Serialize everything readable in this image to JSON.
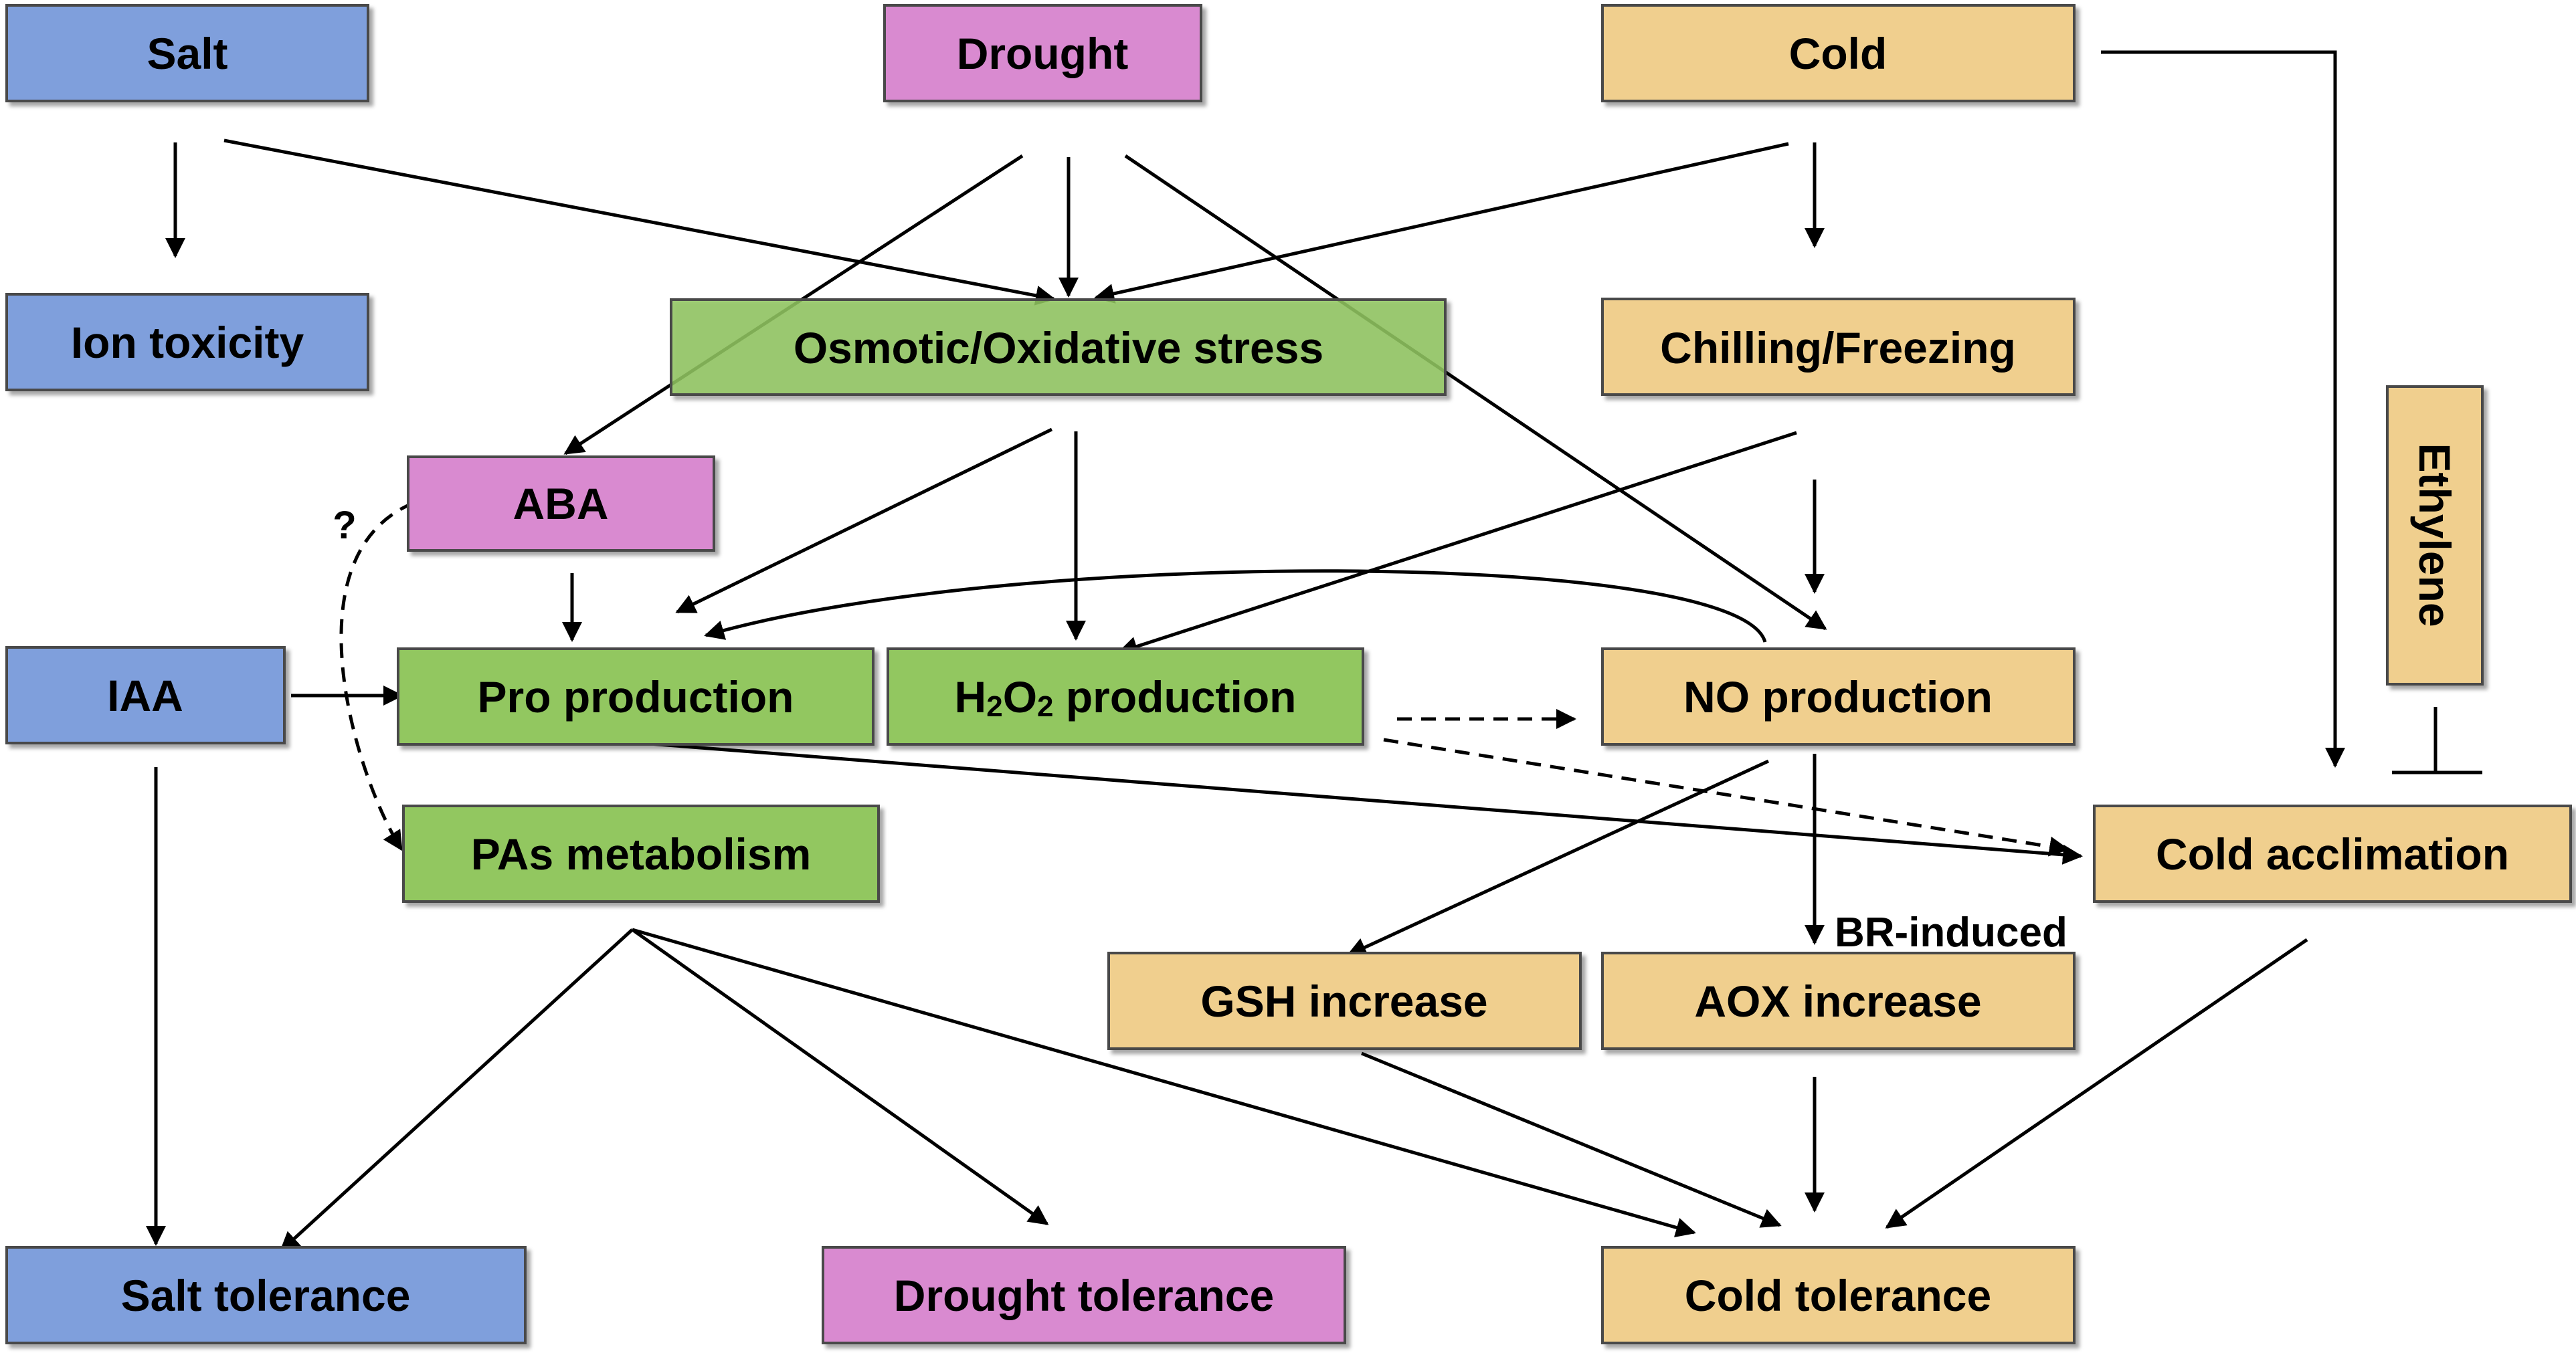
{
  "colors": {
    "salt": "#7f9fdc",
    "drought": "#d98ad0",
    "cold": "#f0cf8e",
    "shared": "#92c760",
    "border": "#4a4a4a",
    "line": "#000000"
  },
  "nodes": {
    "salt": "Salt",
    "drought": "Drought",
    "cold": "Cold",
    "ion_toxicity": "Ion toxicity",
    "osmotic_oxidative_stress": "Osmotic/Oxidative stress",
    "chilling_freezing": "Chilling/Freezing",
    "ethylene": "Ethylene",
    "aba": "ABA",
    "iaa": "IAA",
    "pro_production": "Pro production",
    "h2o2_production": {
      "prefix": "H",
      "sub1": "2",
      "mid": "O",
      "sub2": "2",
      "suffix": " production"
    },
    "no_production": "NO production",
    "cold_acclimation": "Cold acclimation",
    "pas_metabolism": "PAs metabolism",
    "gsh_increase": "GSH increase",
    "aox_increase": "AOX increase",
    "salt_tolerance": "Salt tolerance",
    "drought_tolerance": "Drought tolerance",
    "cold_tolerance": "Cold tolerance"
  },
  "annotations": {
    "question_mark": "?",
    "br_induced": "BR-induced"
  }
}
